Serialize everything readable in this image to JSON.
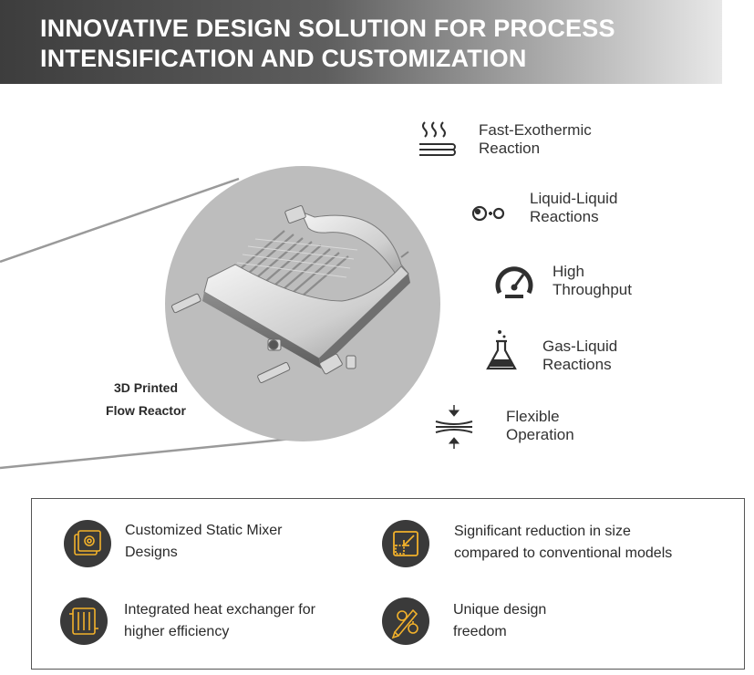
{
  "header": {
    "line1": "INNOVATIVE DESIGN SOLUTION FOR PROCESS",
    "line2": "INTENSIFICATION AND CUSTOMIZATION"
  },
  "product": {
    "caption_line1": "3D Printed",
    "caption_line2": "Flow Reactor"
  },
  "features": [
    {
      "icon": "heat-waves-icon",
      "line1": "Fast-Exothermic",
      "line2": "Reaction"
    },
    {
      "icon": "droplets-icon",
      "line1": "Liquid-Liquid",
      "line2": "Reactions"
    },
    {
      "icon": "speedometer-icon",
      "line1": "High",
      "line2": "Throughput"
    },
    {
      "icon": "flask-icon",
      "line1": "Gas-Liquid",
      "line2": "Reactions"
    },
    {
      "icon": "compress-arrows-icon",
      "line1": "Flexible",
      "line2": "Operation"
    }
  ],
  "benefits": [
    {
      "icon": "static-mixer-icon",
      "line1": "Customized Static Mixer",
      "line2": "Designs"
    },
    {
      "icon": "size-reduction-icon",
      "line1": "Significant reduction in size",
      "line2": "compared to conventional models"
    },
    {
      "icon": "heat-exchanger-icon",
      "line1": "Integrated heat exchanger for",
      "line2": "higher efficiency"
    },
    {
      "icon": "design-freedom-icon",
      "line1": "Unique design",
      "line2": "freedom"
    }
  ],
  "colors": {
    "accent": "#f2b12b",
    "icon_bg": "#3a3a3a",
    "banner_dark": "#3d3d3d"
  }
}
